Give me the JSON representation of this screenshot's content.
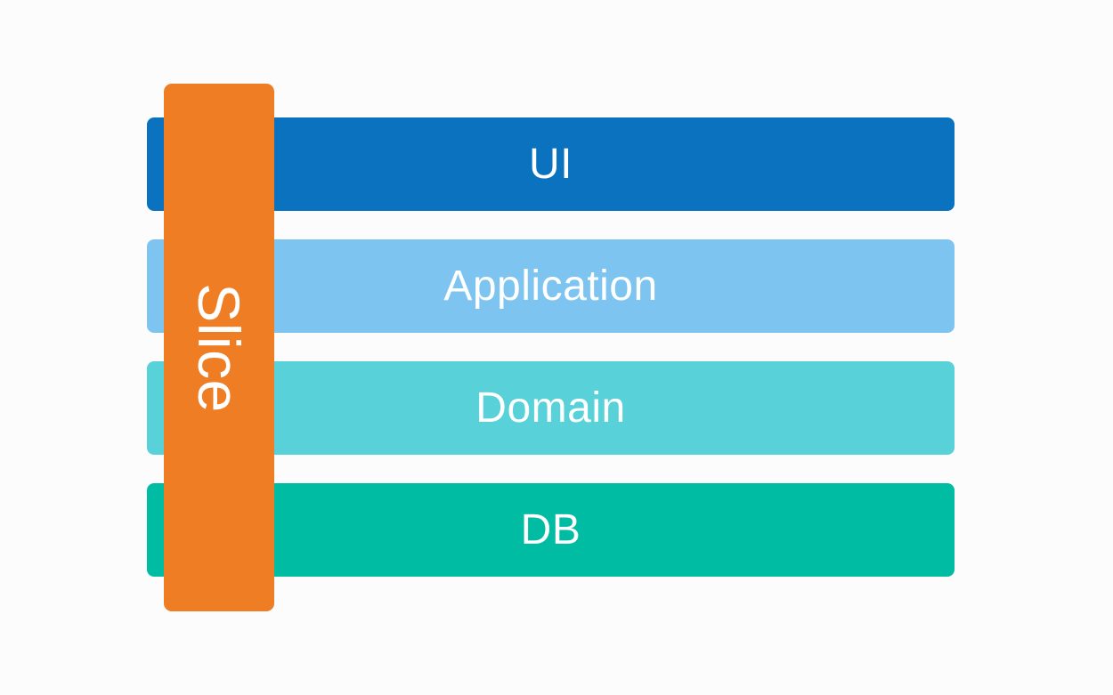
{
  "diagram": {
    "title": "layered-architecture-with-vertical-slice",
    "background_color": "#fcfcfc",
    "text_color": "#ffffff",
    "layers": [
      {
        "label": "UI",
        "color": "#0a72bf"
      },
      {
        "label": "Application",
        "color": "#7dc4f0"
      },
      {
        "label": "Domain",
        "color": "#58d1d8"
      },
      {
        "label": "DB",
        "color": "#00bca2"
      }
    ],
    "slice": {
      "label": "Slice",
      "color": "#ee7d23"
    }
  }
}
